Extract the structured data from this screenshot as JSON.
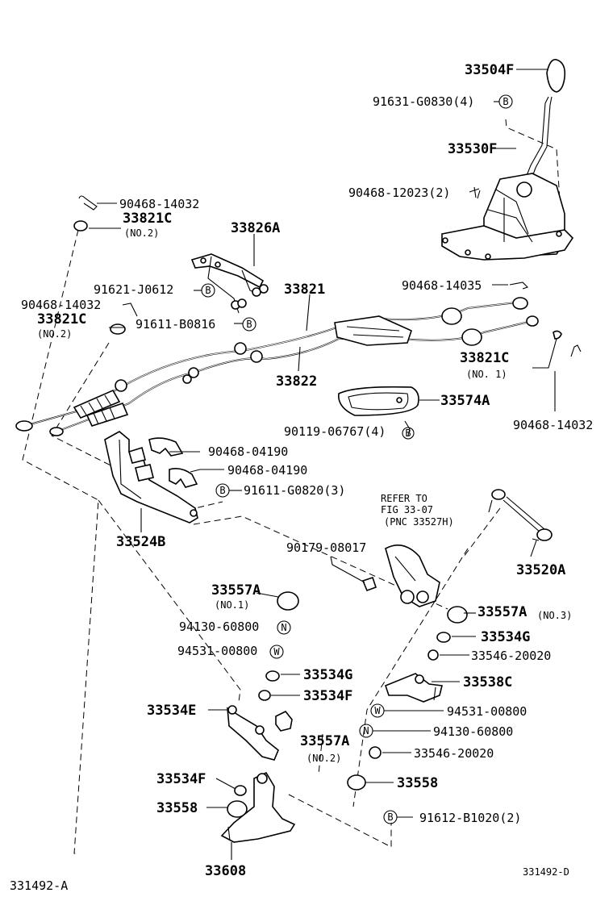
{
  "labels": {
    "l_33504F": "33504F",
    "l_91631": "91631-G0830(4)",
    "l_33530F": "33530F",
    "l_90468_12023": "90468-12023(2)",
    "l_90468_14032_top": "90468-14032",
    "l_33821C_top": "33821C",
    "l_no2_top": "(NO.2)",
    "l_33826A": "33826A",
    "l_91621": "91621-J0612",
    "l_33821": "33821",
    "l_90468_14035": "90468-14035",
    "l_90468_14032_left": "90468-14032",
    "l_33821C_left": "33821C",
    "l_no2_left": "(NO.2)",
    "l_91611_B0816": "91611-B0816",
    "l_33821C_right": "33821C",
    "l_no1_right": "(NO. 1)",
    "l_33822": "33822",
    "l_33574A": "33574A",
    "l_90468_14032_right": "90468-14032",
    "l_90119": "90119-06767(4)",
    "l_90468_04190_a": "90468-04190",
    "l_90468_04190_b": "90468-04190",
    "l_91611_G0820": "91611-G0820(3)",
    "l_refer1": "REFER TO",
    "l_refer2": "FIG 33-07",
    "l_refer3": "(PNC 33527H)",
    "l_33524B": "33524B",
    "l_90179": "90179-08017",
    "l_33520A": "33520A",
    "l_33557A_1": "33557A",
    "l_no1_a": "(NO.1)",
    "l_33557A_3": "33557A",
    "l_no3": "(NO.3)",
    "l_94130_left": "94130-60800",
    "l_33534G_right": "33534G",
    "l_94531_left": "94531-00800",
    "l_33546_top": "33546-20020",
    "l_33534G_mid": "33534G",
    "l_33538C": "33538C",
    "l_33534F_mid": "33534F",
    "l_33534E": "33534E",
    "l_94531_right": "94531-00800",
    "l_33557A_2": "33557A",
    "l_no2_b": "(NO.2)",
    "l_94130_right": "94130-60800",
    "l_33546_bot": "33546-20020",
    "l_33534F_low": "33534F",
    "l_33558_right": "33558",
    "l_33558_left": "33558",
    "l_91612": "91612-B1020(2)",
    "l_33608": "33608",
    "l_fig_left": "331492-A",
    "l_fig_right": "331492-D"
  },
  "symbols": {
    "bolt_letter": "B",
    "nut_letter": "N",
    "washer_letter": "W"
  }
}
